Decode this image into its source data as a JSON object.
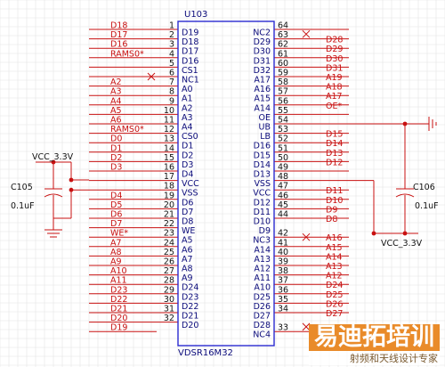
{
  "chip": {
    "ref": "U103",
    "part": "VDSR16M32",
    "left_pins": [
      {
        "num": "1",
        "name": "D19",
        "net": "D18"
      },
      {
        "num": "2",
        "name": "D18",
        "net": "D17"
      },
      {
        "num": "3",
        "name": "D17",
        "net": "D16"
      },
      {
        "num": "4",
        "name": "D16",
        "net": "RAMS0*"
      },
      {
        "num": "5",
        "name": "CS1",
        "net": ""
      },
      {
        "num": "6",
        "name": "NC1",
        "net": ""
      },
      {
        "num": "7",
        "name": "A0",
        "net": "A2"
      },
      {
        "num": "8",
        "name": "A1",
        "net": "A3"
      },
      {
        "num": "9",
        "name": "A2",
        "net": "A4"
      },
      {
        "num": "10",
        "name": "A3",
        "net": "A5"
      },
      {
        "num": "11",
        "name": "A4",
        "net": "A6"
      },
      {
        "num": "12",
        "name": "CS0",
        "net": "RAMS0*"
      },
      {
        "num": "13",
        "name": "D1",
        "net": "D0"
      },
      {
        "num": "14",
        "name": "D2",
        "net": "D1"
      },
      {
        "num": "15",
        "name": "D3",
        "net": "D2"
      },
      {
        "num": "16",
        "name": "D4",
        "net": "D3"
      },
      {
        "num": "17",
        "name": "VCC",
        "net": ""
      },
      {
        "num": "18",
        "name": "VSS",
        "net": ""
      },
      {
        "num": "19",
        "name": "D6",
        "net": "D4"
      },
      {
        "num": "20",
        "name": "D7",
        "net": "D5"
      },
      {
        "num": "21",
        "name": "D8",
        "net": "D6"
      },
      {
        "num": "22",
        "name": "WE",
        "net": "D7"
      },
      {
        "num": "23",
        "name": "A5",
        "net": "WE*"
      },
      {
        "num": "24",
        "name": "A6",
        "net": "A7"
      },
      {
        "num": "25",
        "name": "A7",
        "net": "A8"
      },
      {
        "num": "26",
        "name": "A8",
        "net": "A9"
      },
      {
        "num": "27",
        "name": "A9",
        "net": "A10"
      },
      {
        "num": "28",
        "name": "D24",
        "net": "A11"
      },
      {
        "num": "29",
        "name": "D23",
        "net": "D23"
      },
      {
        "num": "30",
        "name": "D22",
        "net": "D22"
      },
      {
        "num": "31",
        "name": "D21",
        "net": "D21"
      },
      {
        "num": "32",
        "name": "D20",
        "net": "D20"
      },
      {
        "num": "",
        "name": "",
        "net": "D19"
      }
    ],
    "right_pins": [
      {
        "num": "64",
        "name": "NC2",
        "net": ""
      },
      {
        "num": "63",
        "name": "D29",
        "net": "D28"
      },
      {
        "num": "62",
        "name": "D30",
        "net": "D29"
      },
      {
        "num": "61",
        "name": "D31",
        "net": "D30"
      },
      {
        "num": "60",
        "name": "D32",
        "net": "D31"
      },
      {
        "num": "59",
        "name": "A17",
        "net": "A19"
      },
      {
        "num": "58",
        "name": "A16",
        "net": "A18"
      },
      {
        "num": "57",
        "name": "A15",
        "net": "A17"
      },
      {
        "num": "56",
        "name": "A14",
        "net": "OE*"
      },
      {
        "num": "55",
        "name": "OE",
        "net": ""
      },
      {
        "num": "54",
        "name": "UB",
        "net": ""
      },
      {
        "num": "53",
        "name": "LB",
        "net": "D15"
      },
      {
        "num": "52",
        "name": "D16",
        "net": "D14"
      },
      {
        "num": "51",
        "name": "D15",
        "net": "D13"
      },
      {
        "num": "50",
        "name": "D14",
        "net": "D12"
      },
      {
        "num": "49",
        "name": "D13",
        "net": ""
      },
      {
        "num": "48",
        "name": "VSS",
        "net": ""
      },
      {
        "num": "47",
        "name": "VCC",
        "net": "D11"
      },
      {
        "num": "46",
        "name": "D12",
        "net": "D10"
      },
      {
        "num": "45",
        "name": "D11",
        "net": "D9"
      },
      {
        "num": "44",
        "name": "D10",
        "net": "D8"
      },
      {
        "num": "",
        "name": "D9",
        "net": ""
      },
      {
        "num": "42",
        "name": "NC3",
        "net": "A16"
      },
      {
        "num": "41",
        "name": "A14",
        "net": "A15"
      },
      {
        "num": "40",
        "name": "A13",
        "net": "A14"
      },
      {
        "num": "39",
        "name": "A12",
        "net": "A13"
      },
      {
        "num": "38",
        "name": "A11",
        "net": "A12"
      },
      {
        "num": "37",
        "name": "A10",
        "net": "D24"
      },
      {
        "num": "36",
        "name": "D25",
        "net": "D25"
      },
      {
        "num": "35",
        "name": "D26",
        "net": "D26"
      },
      {
        "num": "34",
        "name": "D27",
        "net": "D27"
      },
      {
        "num": "",
        "name": "D28",
        "net": ""
      },
      {
        "num": "33",
        "name": "NC4",
        "net": ""
      }
    ]
  },
  "caps": {
    "left": {
      "ref": "C105",
      "value": "0.1uF",
      "supply": "VCC_3.3V"
    },
    "right": {
      "ref": "C106",
      "value": "0.1uF",
      "supply": "VCC_3.3V"
    }
  },
  "watermark": {
    "main": "易迪拓培训",
    "sub": "射频和天线设计专家"
  },
  "colors": {
    "wire": "#c81010",
    "outline": "#2a2ad0",
    "grid": "#e4e4e4",
    "net_text": "#c81010",
    "watermark": "#e98b2a"
  }
}
